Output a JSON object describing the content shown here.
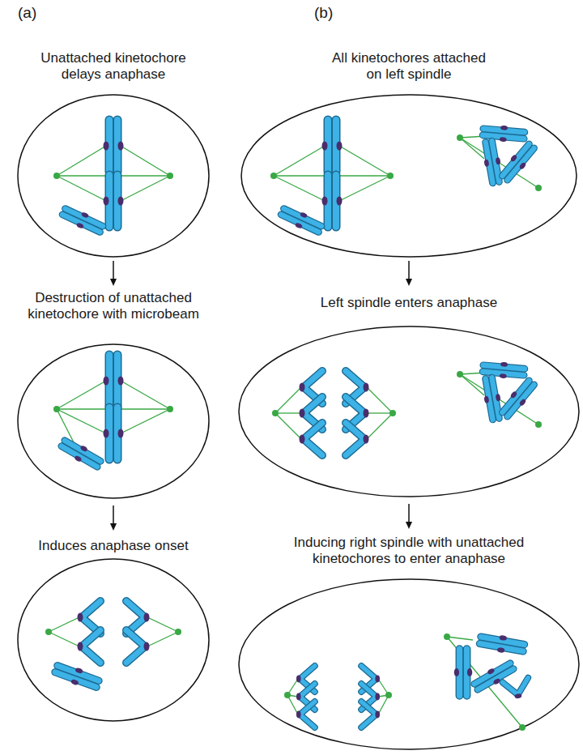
{
  "diagram": {
    "labels": [
      "(a)",
      "(b)",
      "Unattached kinetochore delays anaphase",
      "Destruction of unattached kinetochore with microbeam",
      "Induces anaphase onset",
      "All kinetochores attached on left spindle",
      "Left spindle enters anaphase",
      "Inducing right spindle with unattached kinetochores to enter anaphase"
    ]
  }
}
